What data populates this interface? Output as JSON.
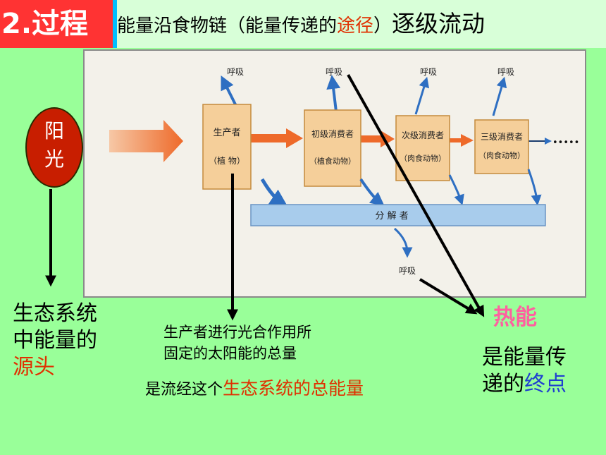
{
  "title": {
    "number": "2.过程",
    "heading_part1": "能量沿食物链（能量传递的",
    "heading_highlight": "途径",
    "heading_part2": "）",
    "heading_big": "逐级流动"
  },
  "figure": {
    "respiration": "呼吸",
    "producer": {
      "line1": "生产者",
      "line2": "（植 物）"
    },
    "primary_consumer": {
      "line1": "初级消费者",
      "line2": "（植食动物）"
    },
    "secondary_consumer": {
      "line1": "次级消费者",
      "line2": "（肉食动物）"
    },
    "tertiary_consumer": {
      "line1": "三级消费者",
      "line2": "（肉食动物）"
    },
    "decomposer": "分 解 者",
    "ellipsis": "•••••"
  },
  "sun": {
    "char1": "阳",
    "char2": "光"
  },
  "source": {
    "line1": "生态系统",
    "line2": "中能量的",
    "line3": "源头"
  },
  "producer_note": {
    "line1": "生产者进行光合作用所",
    "line2": "固定的太阳能的总量"
  },
  "total_note": {
    "prefix": "是流经这个",
    "highlight": "生态系统的总能量"
  },
  "heat": {
    "label": "热能",
    "line1": "是能量传",
    "line2_prefix": "递的",
    "line2_highlight": "终点"
  },
  "colors": {
    "background": "#99ff99",
    "title_red": "#ff3333",
    "title_border": "#00bfff",
    "heading_box": "#d8ffd8",
    "sun": "#c81e00",
    "accent_red": "#e03000",
    "heat_pink": "#ff5fa0",
    "end_blue": "#1f3fd0",
    "box_fill": "#f5cf9a",
    "decomposer_fill": "#a8ccec",
    "big_arrow": "#ee6a2a",
    "small_arrow": "#2e6fc2"
  }
}
